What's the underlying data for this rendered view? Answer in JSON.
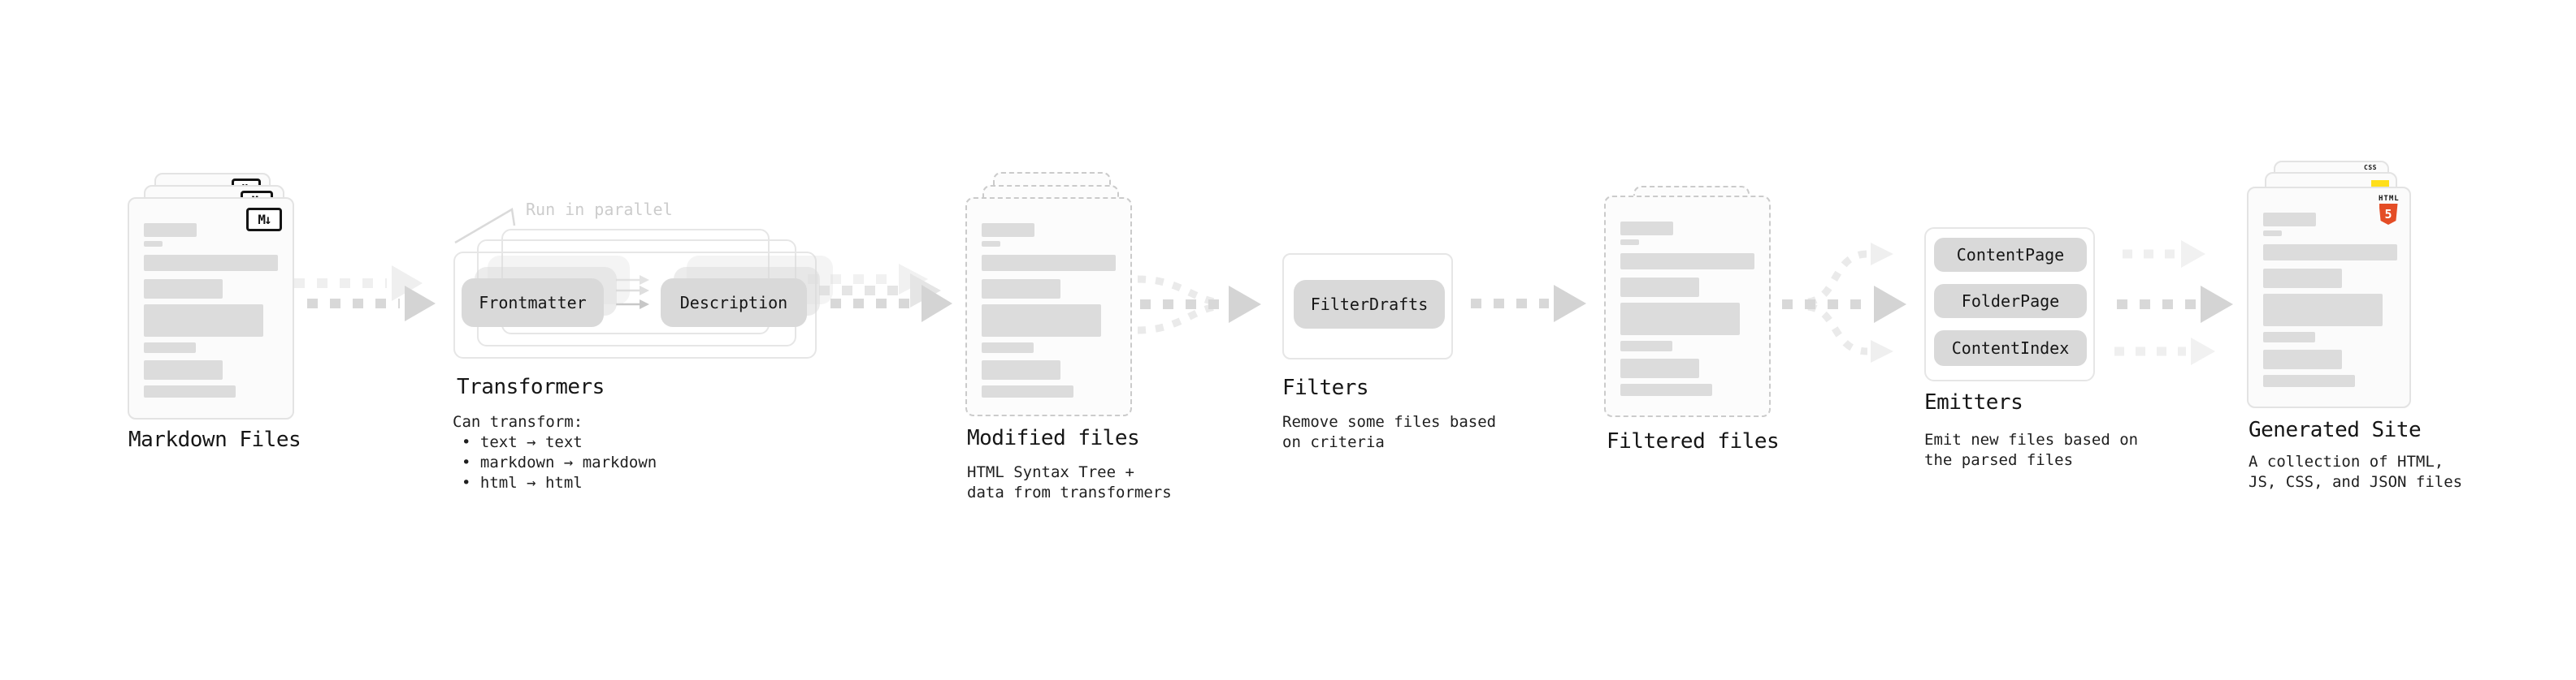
{
  "colors": {
    "background": "#ffffff",
    "card_bg": "#fbfbfb",
    "card_border": "#e3e3e3",
    "dashed_border": "#cbcbcb",
    "placeholder_bar": "#dcdcdc",
    "pill_bg": "#d9d9d9",
    "frame_border": "#e6e6e6",
    "text": "#1a1a1a",
    "callout_muted": "#cccccc",
    "arrow_dark": "#d7d7d7",
    "arrow_mid": "#e5e5e5",
    "arrow_light": "#efefef",
    "markdown_logo": "#141414",
    "html5_orange": "#e44d26",
    "js_yellow": "#ffdf1b",
    "css_blue": "#2d62f0"
  },
  "doc_lines": [
    [
      65,
      17,
      0
    ],
    [
      23,
      7,
      5
    ],
    [
      165,
      20,
      10
    ],
    [
      97,
      24,
      10
    ],
    [
      147,
      40,
      7
    ],
    [
      64,
      13,
      7
    ],
    [
      97,
      24,
      9
    ],
    [
      113,
      15,
      7
    ]
  ],
  "stages": {
    "markdown": {
      "label": "Markdown Files",
      "badge": "M↓"
    },
    "transformers": {
      "label": "Transformers",
      "callout": "Run in parallel",
      "pills": [
        "Frontmatter",
        "Description"
      ],
      "description": [
        "Can transform:",
        "• text → text",
        "• markdown → markdown",
        "• html → html"
      ]
    },
    "modified": {
      "label": "Modified files",
      "description": [
        "HTML Syntax Tree +",
        "data from transformers"
      ]
    },
    "filters": {
      "label": "Filters",
      "pills": [
        "FilterDrafts"
      ],
      "description": [
        "Remove some files based",
        "on criteria"
      ]
    },
    "filtered": {
      "label": "Filtered files"
    },
    "emitters": {
      "label": "Emitters",
      "pills": [
        "ContentPage",
        "FolderPage",
        "ContentIndex"
      ],
      "description": [
        "Emit new files based on",
        "the parsed files"
      ]
    },
    "generated": {
      "label": "Generated Site",
      "badges": {
        "html": "HTML",
        "html_number": "5",
        "css": "CSS"
      },
      "description": [
        "A collection of HTML,",
        "JS, CSS, and JSON files"
      ]
    }
  }
}
